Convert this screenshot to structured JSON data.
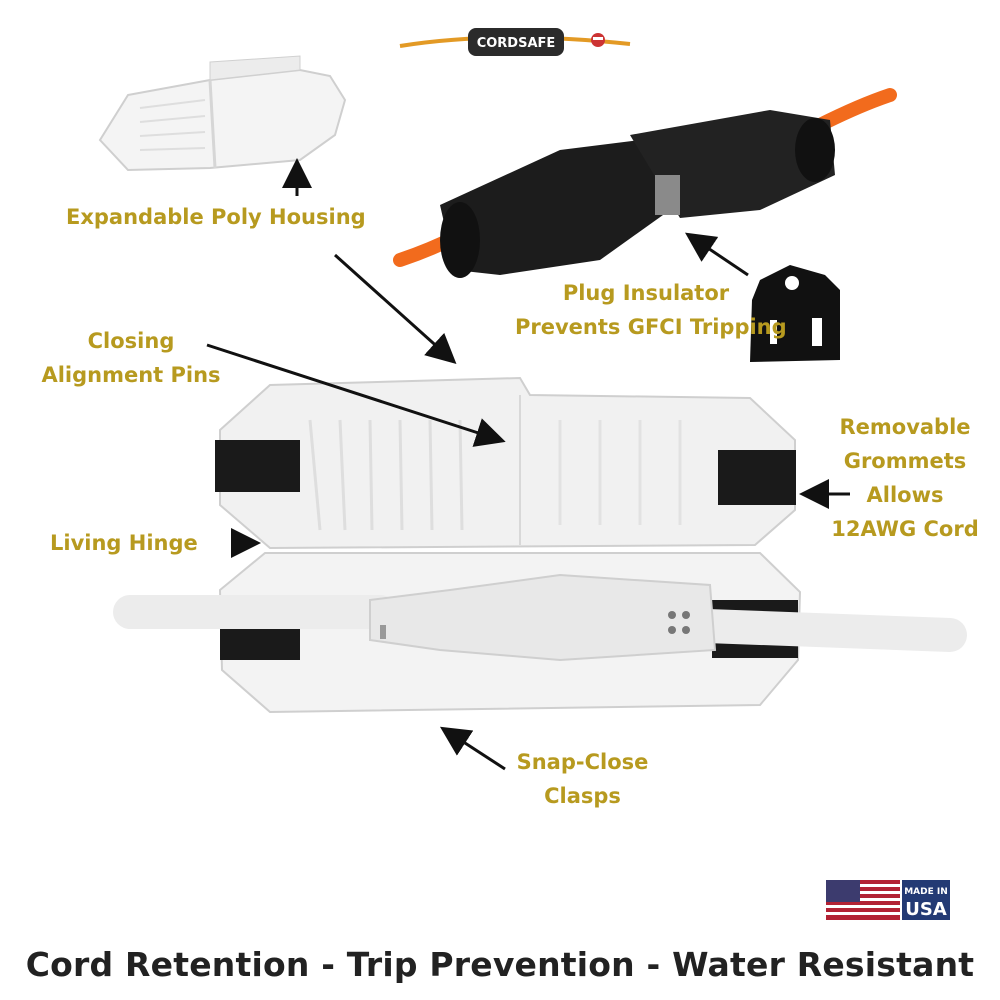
{
  "brand": {
    "logo_text": "CORDSAFE"
  },
  "labels": {
    "expandable_housing": "Expandable Poly Housing",
    "plug_insulator_line1": "Plug Insulator",
    "plug_insulator_line2": "Prevents GFCI Tripping",
    "closing_pins_line1": "Closing",
    "closing_pins_line2": "Alignment Pins",
    "removable_grommets_line1": "Removable",
    "removable_grommets_line2": "Grommets",
    "removable_grommets_line3": "Allows",
    "removable_grommets_line4": "12AWG Cord",
    "living_hinge": "Living Hinge",
    "snap_close_line1": "Snap-Close",
    "snap_close_line2": "Clasps"
  },
  "badge": {
    "line1": "MADE IN",
    "line2": "USA"
  },
  "tagline": "Cord Retention - Trip Prevention - Water Resistant",
  "colors": {
    "label_gold": "#b79a1f",
    "cord_orange": "#f26b1d",
    "logo_dark": "#2b2b2b",
    "housing_white": "#f2f2f2"
  }
}
